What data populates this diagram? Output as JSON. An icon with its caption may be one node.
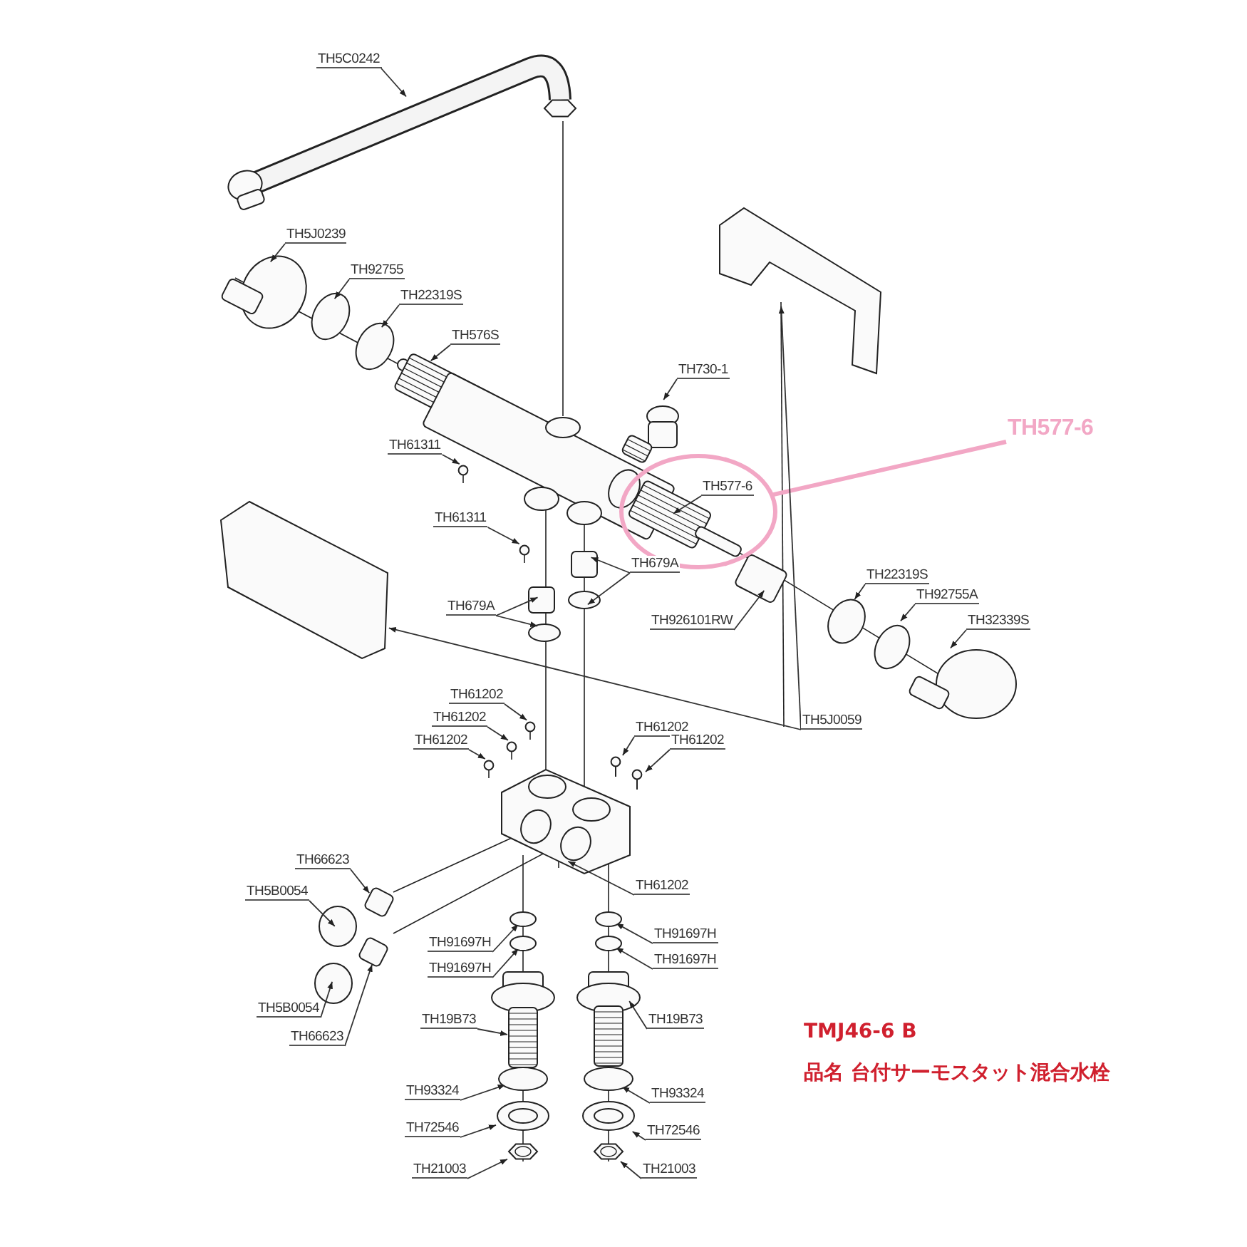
{
  "diagram": {
    "nodes": [
      {
        "text": [
          "TH5C0242"
        ]
      },
      {
        "text": [
          "TH5J0239"
        ]
      },
      {
        "text": [
          "TH92755"
        ]
      },
      {
        "text": [
          "TH22319S"
        ]
      },
      {
        "text": [
          "TH576S"
        ]
      },
      {
        "text": [
          "TH730-1"
        ]
      },
      {
        "text": [
          "TH577-6"
        ]
      },
      {
        "text": [],
        "shape": "circle"
      },
      {
        "text": [
          "TH61311"
        ]
      },
      {
        "text": [
          "TH61311"
        ]
      },
      {
        "text": [
          "TH577-6"
        ],
        "in": 7
      },
      {
        "text": [
          "TH679A"
        ]
      },
      {
        "text": [
          "TH679A"
        ]
      },
      {
        "text": [
          "TH926101RW"
        ]
      },
      {
        "text": [
          "TH22319S"
        ]
      },
      {
        "text": [
          "TH92755A"
        ]
      },
      {
        "text": [
          "TH32339S"
        ]
      },
      {
        "text": [
          "TH5J0059"
        ]
      },
      {
        "text": [
          "TH61202"
        ]
      },
      {
        "text": [
          "TH61202"
        ]
      },
      {
        "text": [
          "TH61202"
        ]
      },
      {
        "text": [
          "TH61202"
        ]
      },
      {
        "text": [
          "TH61202"
        ]
      },
      {
        "text": [
          "TH61202"
        ]
      },
      {
        "text": [
          "TH66623"
        ]
      },
      {
        "text": [
          "TH5B0054"
        ]
      },
      {
        "text": [
          "TH91697H"
        ]
      },
      {
        "text": [
          "TH91697H"
        ]
      },
      {
        "text": [
          "TH91697H"
        ]
      },
      {
        "text": [
          "TH91697H"
        ]
      },
      {
        "text": [
          "TH5B0054"
        ]
      },
      {
        "text": [
          "TH19B73"
        ]
      },
      {
        "text": [
          "TH19B73"
        ]
      },
      {
        "text": [
          "TH66623"
        ]
      },
      {
        "text": [
          "TH93324"
        ]
      },
      {
        "text": [
          "TH93324"
        ]
      },
      {
        "text": [
          "TH72546"
        ]
      },
      {
        "text": [
          "TH72546"
        ]
      },
      {
        "text": [
          "TH21003"
        ]
      },
      {
        "text": [
          "TH21003"
        ]
      },
      {
        "text": [],
        "shape": "picture"
      },
      {
        "text": [],
        "shape": "circle"
      },
      {
        "text": [],
        "shape": "circle"
      },
      {
        "text": [],
        "shape": "circle"
      },
      {
        "text": [],
        "shape": "circle"
      },
      {
        "text": [],
        "shape": "picture"
      },
      {
        "text": [],
        "shape": "picture"
      },
      {
        "text": [],
        "shape": "picture"
      },
      {
        "text": [],
        "shape": "circle"
      },
      {
        "text": [],
        "shape": "picture"
      },
      {
        "text": [],
        "shape": "circle"
      },
      {
        "text": [],
        "shape": "hexagon"
      },
      {
        "text": [],
        "shape": "hexagon"
      }
    ],
    "edges": [
      {
        "from": 0,
        "to": null,
        "arrow": "to"
      },
      {
        "from": 1,
        "to": null,
        "arrow": "to"
      },
      {
        "from": 2,
        "to": null,
        "arrow": "to"
      },
      {
        "from": 3,
        "to": null,
        "arrow": "to"
      },
      {
        "from": 4,
        "to": null,
        "arrow": "to"
      },
      {
        "from": 5,
        "to": null,
        "arrow": "to"
      },
      {
        "from": 6,
        "to": 7,
        "arrow": "none",
        "style": "thick",
        "color": "#f2a7c5"
      },
      {
        "from": 8,
        "to": null,
        "arrow": "to"
      },
      {
        "from": 9,
        "to": null,
        "arrow": "to"
      },
      {
        "from": 10,
        "to": null,
        "arrow": "to"
      },
      {
        "from": 11,
        "to": null,
        "arrow": "to"
      },
      {
        "from": 11,
        "to": null,
        "arrow": "to"
      },
      {
        "from": 12,
        "to": null,
        "arrow": "to"
      },
      {
        "from": 12,
        "to": null,
        "arrow": "to"
      },
      {
        "from": 13,
        "to": null,
        "arrow": "to"
      },
      {
        "from": 14,
        "to": null,
        "arrow": "to"
      },
      {
        "from": 15,
        "to": null,
        "arrow": "to"
      },
      {
        "from": 16,
        "to": null,
        "arrow": "to"
      },
      {
        "from": 17,
        "to": null,
        "arrow": "to"
      },
      {
        "from": 17,
        "to": null,
        "arrow": "to"
      },
      {
        "from": 18,
        "to": null,
        "arrow": "to"
      },
      {
        "from": 19,
        "to": null,
        "arrow": "to"
      },
      {
        "from": 20,
        "to": null,
        "arrow": "to"
      },
      {
        "from": 21,
        "to": 47,
        "arrow": "to"
      },
      {
        "from": 22,
        "to": 40,
        "arrow": "to"
      },
      {
        "from": 23,
        "to": null,
        "arrow": "to"
      },
      {
        "from": 24,
        "to": null,
        "arrow": "to"
      },
      {
        "from": 25,
        "to": null,
        "arrow": "to"
      },
      {
        "from": 26,
        "to": 41,
        "arrow": "to"
      },
      {
        "from": 27,
        "to": 42,
        "arrow": "to"
      },
      {
        "from": 28,
        "to": 43,
        "arrow": "to"
      },
      {
        "from": 29,
        "to": 44,
        "arrow": "to"
      },
      {
        "from": 30,
        "to": null,
        "arrow": "to"
      },
      {
        "from": 31,
        "to": 45,
        "arrow": "to"
      },
      {
        "from": 32,
        "to": null,
        "arrow": "to"
      },
      {
        "from": 33,
        "to": null,
        "arrow": "to"
      },
      {
        "from": 34,
        "to": 48,
        "arrow": "to"
      },
      {
        "from": 35,
        "to": 50,
        "arrow": "to"
      },
      {
        "from": 36,
        "to": 49,
        "arrow": "to"
      },
      {
        "from": 37,
        "to": 46,
        "arrow": "to"
      },
      {
        "from": 38,
        "to": 51,
        "arrow": "to"
      },
      {
        "from": 39,
        "to": 52,
        "arrow": "to"
      }
    ],
    "labels": [
      "TMJ46-6 B",
      "品名 台付サーモスタット混合水栓"
    ]
  }
}
